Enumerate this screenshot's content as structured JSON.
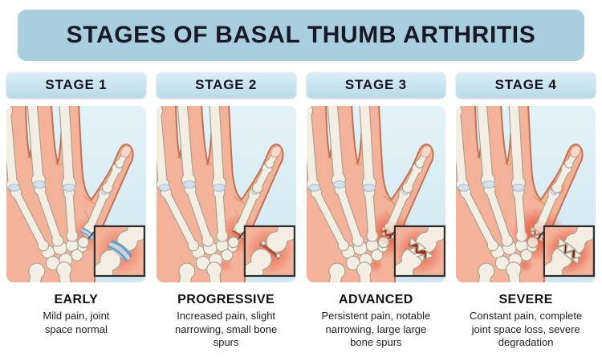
{
  "title": "STAGES OF BASAL THUMB ARTHRITIS",
  "colors": {
    "title_bg": "#a9cfdf",
    "title_text": "#191926",
    "header_bg_top": "#dbeef7",
    "header_bg_bottom": "#b9dbe9",
    "header_text": "#14141f",
    "panel_bg_top": "#e3f2f8",
    "panel_bg_bottom": "#d0e7f1",
    "skin": "#f4b29a",
    "skin_outline": "#c4714f",
    "nail": "#f7d7c8",
    "bone": "#f3eee1",
    "bone_outline": "#a8a291",
    "knuckle_cap": "#d3e2ec",
    "cartilage": "#6f9ec4",
    "inflammation": "#e64b33",
    "joint_narrow": "#b14d3a",
    "joint_severe": "#96301c",
    "joint_bone_on_bone": "#771a0c",
    "inset_border": "#2e2e2e",
    "name_text": "#111111",
    "desc_text": "#222222"
  },
  "stages": [
    {
      "header": "STAGE 1",
      "name": "EARLY",
      "description": "Mild pain, joint space normal",
      "severity": {
        "level": 1,
        "joint_state": "cartilage-intact",
        "glow_radius": 22,
        "glow_opacity": 0.5,
        "spur_level": 0,
        "extra_spots": []
      }
    },
    {
      "header": "STAGE 2",
      "name": "PROGRESSIVE",
      "description": "Increased pain, slight narrowing, small bone spurs",
      "severity": {
        "level": 2,
        "joint_state": "slight-narrowing",
        "glow_radius": 25,
        "glow_opacity": 0.6,
        "spur_level": 1,
        "extra_spots": [
          [
            88,
            198,
            9,
            0.35
          ]
        ]
      }
    },
    {
      "header": "STAGE 3",
      "name": "ADVANCED",
      "description": "Persistent pain, notable narrowing, large large bone spurs",
      "severity": {
        "level": 3,
        "joint_state": "notable-narrowing",
        "glow_radius": 30,
        "glow_opacity": 0.75,
        "spur_level": 2,
        "extra_spots": [
          [
            126,
            106,
            11,
            0.45
          ],
          [
            88,
            198,
            10,
            0.5
          ]
        ]
      }
    },
    {
      "header": "STAGE 4",
      "name": "SEVERE",
      "description": "Constant pain, complete joint space loss, severe degradation",
      "severity": {
        "level": 4,
        "joint_state": "bone-on-bone",
        "glow_radius": 34,
        "glow_opacity": 0.88,
        "spur_level": 3,
        "extra_spots": [
          [
            128,
            102,
            12,
            0.55
          ],
          [
            88,
            198,
            10,
            0.55
          ],
          [
            146,
            62,
            9,
            0.4
          ]
        ]
      }
    }
  ]
}
